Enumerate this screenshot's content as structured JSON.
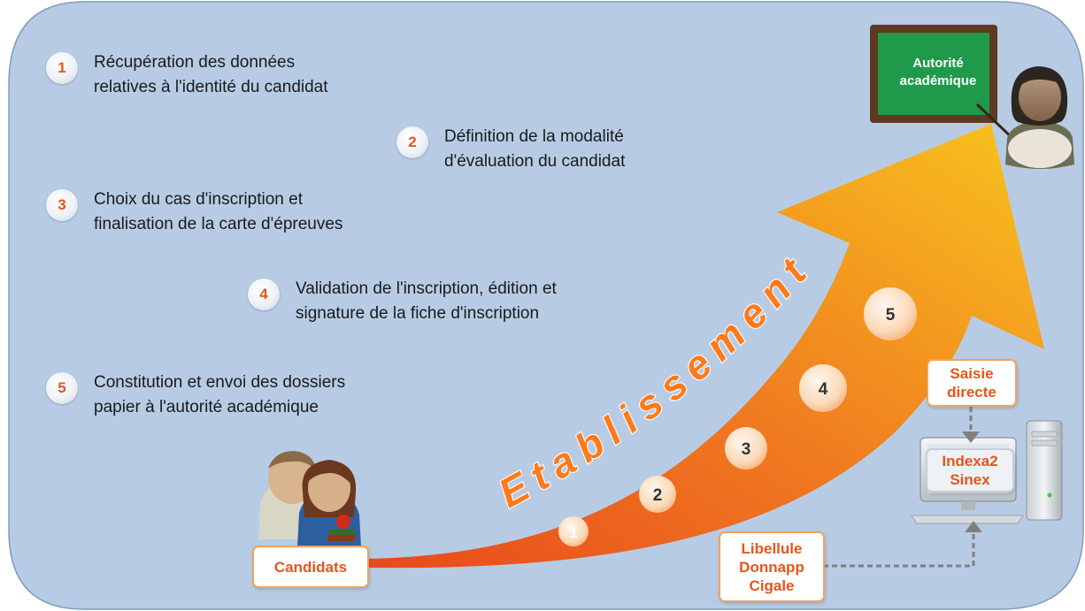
{
  "steps": [
    {
      "num": "1",
      "line1": "Récupération des données",
      "line2": "relatives à l'identité du candidat"
    },
    {
      "num": "2",
      "line1": "Définition de la modalité",
      "line2": "d'évaluation du candidat"
    },
    {
      "num": "3",
      "line1": "Choix du cas d'inscription et",
      "line2": "finalisation de la carte d'épreuves"
    },
    {
      "num": "4",
      "line1": "Validation de l'inscription, édition et",
      "line2": "signature de la fiche d'inscription"
    },
    {
      "num": "5",
      "line1": "Constitution et envoi des dossiers",
      "line2": "papier à l'autorité académique"
    }
  ],
  "arrow": {
    "label": "Etablissement",
    "markers": [
      "1",
      "2",
      "3",
      "4",
      "5"
    ]
  },
  "authority": {
    "line1": "Autorité",
    "line2": "académique"
  },
  "candidates": {
    "label": "Candidats"
  },
  "systems": {
    "direct": {
      "line1": "Saisie",
      "line2": "directe"
    },
    "software": {
      "line1": "Indexa2",
      "line2": "Sinex"
    },
    "apps": {
      "line1": "Libellule",
      "line2": "Donnapp",
      "line3": "Cigale"
    }
  },
  "colors": {
    "panel": "#b7cce4",
    "arrow_start": "#e8461c",
    "arrow_end": "#f7c21c",
    "accent": "#e8541c",
    "board": "#1e9a4a"
  }
}
